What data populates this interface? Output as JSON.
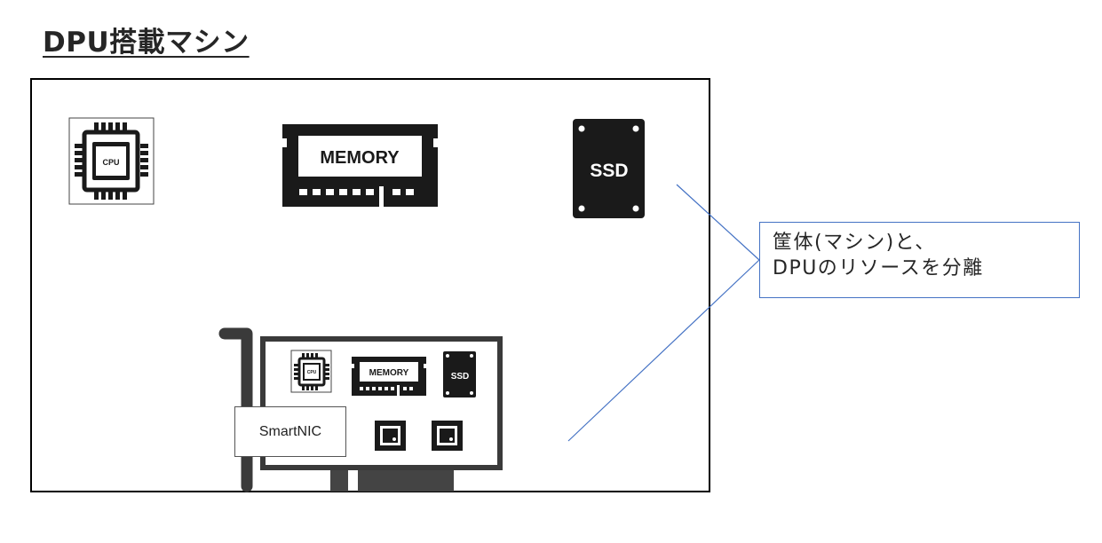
{
  "title": "DPU搭載マシン",
  "callout": {
    "line1": "筐体(マシン)と、",
    "line2": "DPUのリソースを分離"
  },
  "components": {
    "cpu_label": "CPU",
    "memory_label": "MEMORY",
    "ssd_label": "SSD"
  },
  "nic": {
    "label": "SmartNIC",
    "cpu_label": "CPU",
    "memory_label": "MEMORY",
    "ssd_label": "SSD"
  },
  "colors": {
    "callout_border": "#4472c4",
    "connector_line": "#4472c4",
    "icon_fill": "#1a1a1a",
    "nic_board": "#3a3a3a"
  }
}
